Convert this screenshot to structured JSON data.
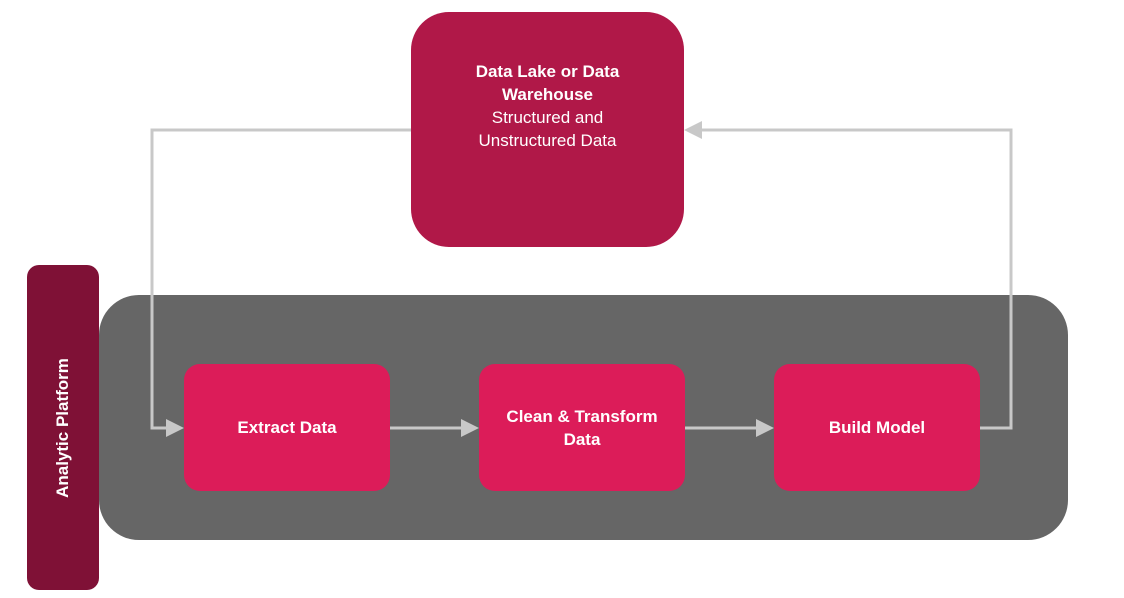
{
  "platform": {
    "label": "Analytic Platform"
  },
  "storage": {
    "title": "Data Lake or Data Warehouse",
    "subtitle": "Structured and Unstructured Data"
  },
  "steps": [
    {
      "label": "Extract Data"
    },
    {
      "label": "Clean & Transform Data"
    },
    {
      "label": "Build Model"
    }
  ],
  "colors": {
    "storage_fill": "#b01848",
    "step_fill": "#dc1c59",
    "platform_band": "#666666",
    "platform_label_fill": "#7f1136",
    "connector": "#c8c8c8",
    "text": "#ffffff"
  }
}
